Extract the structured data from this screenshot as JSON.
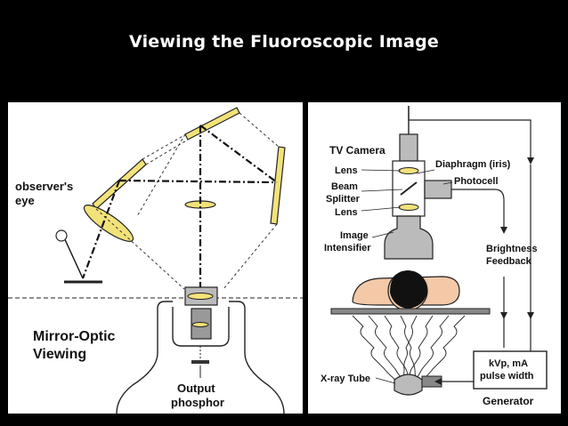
{
  "slide": {
    "title": "Viewing the Fluoroscopic Image"
  },
  "left_panel": {
    "labels": {
      "observer": "observer's",
      "eye": "eye",
      "mirror_optic": "Mirror-Optic",
      "viewing": "Viewing",
      "output": "Output",
      "phosphor": "phosphor"
    }
  },
  "right_panel": {
    "labels": {
      "tv_camera": "TV Camera",
      "lens_top": "Lens",
      "beam": "Beam",
      "splitter": "Splitter",
      "lens_bottom": "Lens",
      "image": "Image",
      "intensifier": "Intensifier",
      "diaphragm": "Diaphragm (iris)",
      "photocell": "Photocell",
      "brightness": "Brightness",
      "feedback": "Feedback",
      "xray_tube": "X-ray Tube",
      "kvp_ma": "kVp, mA",
      "pulse_width": "pulse width",
      "generator": "Generator"
    }
  },
  "colors": {
    "lens_fill": "#f2e27a",
    "background": "#000000",
    "panel": "#ffffff",
    "head": "#f4c9a8",
    "hair": "#111111"
  }
}
